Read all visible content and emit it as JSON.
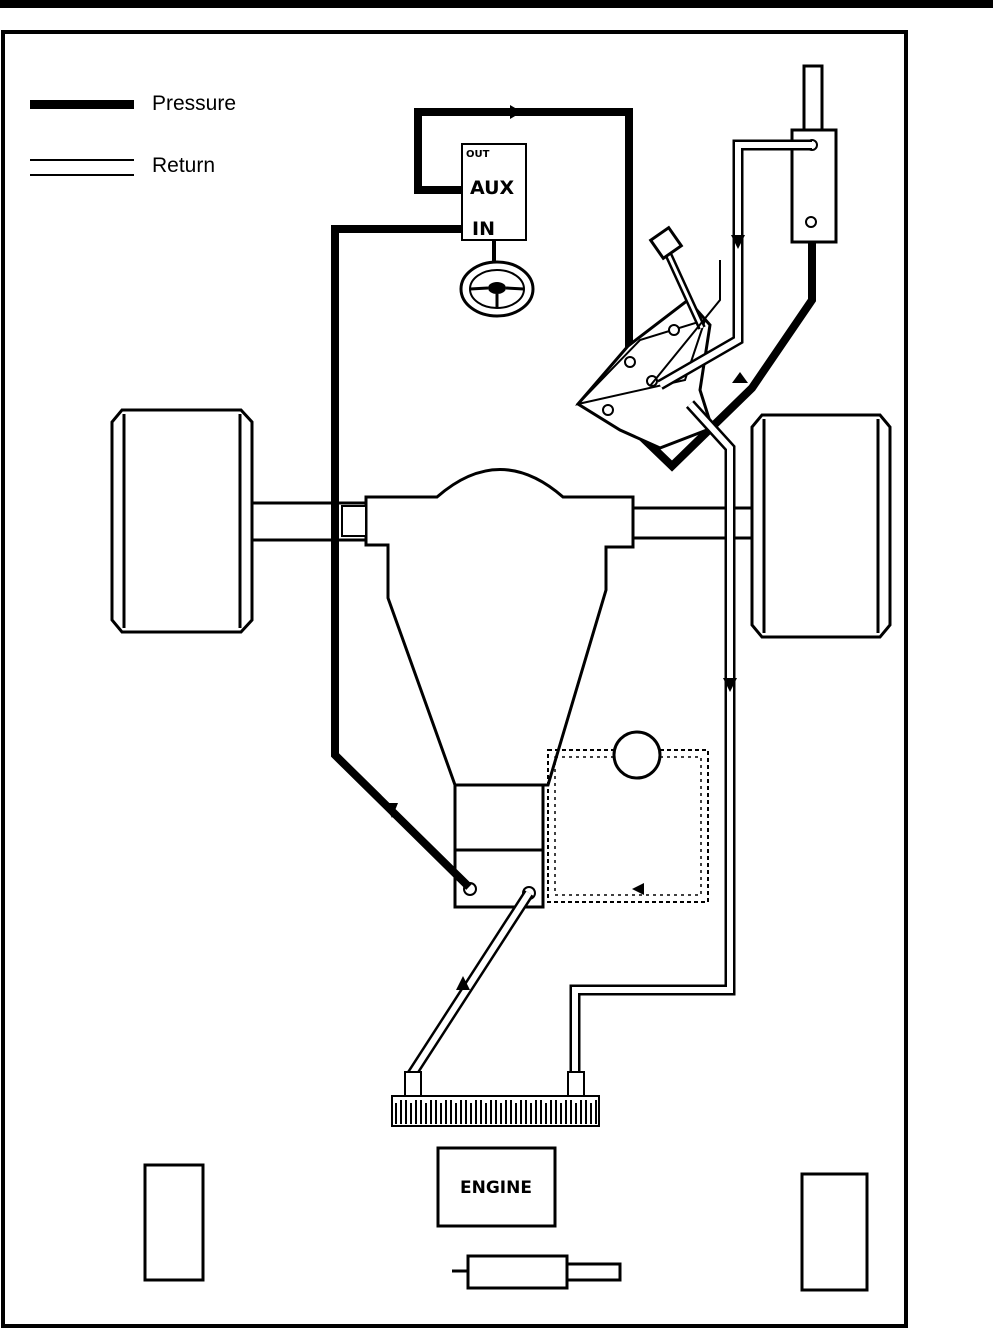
{
  "legend": {
    "pressure_label": "Pressure",
    "return_label": "Return"
  },
  "valve": {
    "out_label": "OUT",
    "aux_label": "AUX",
    "in_label": "IN"
  },
  "engine": {
    "label": "ENGINE"
  },
  "colors": {
    "line": "#000000",
    "background": "#ffffff"
  }
}
